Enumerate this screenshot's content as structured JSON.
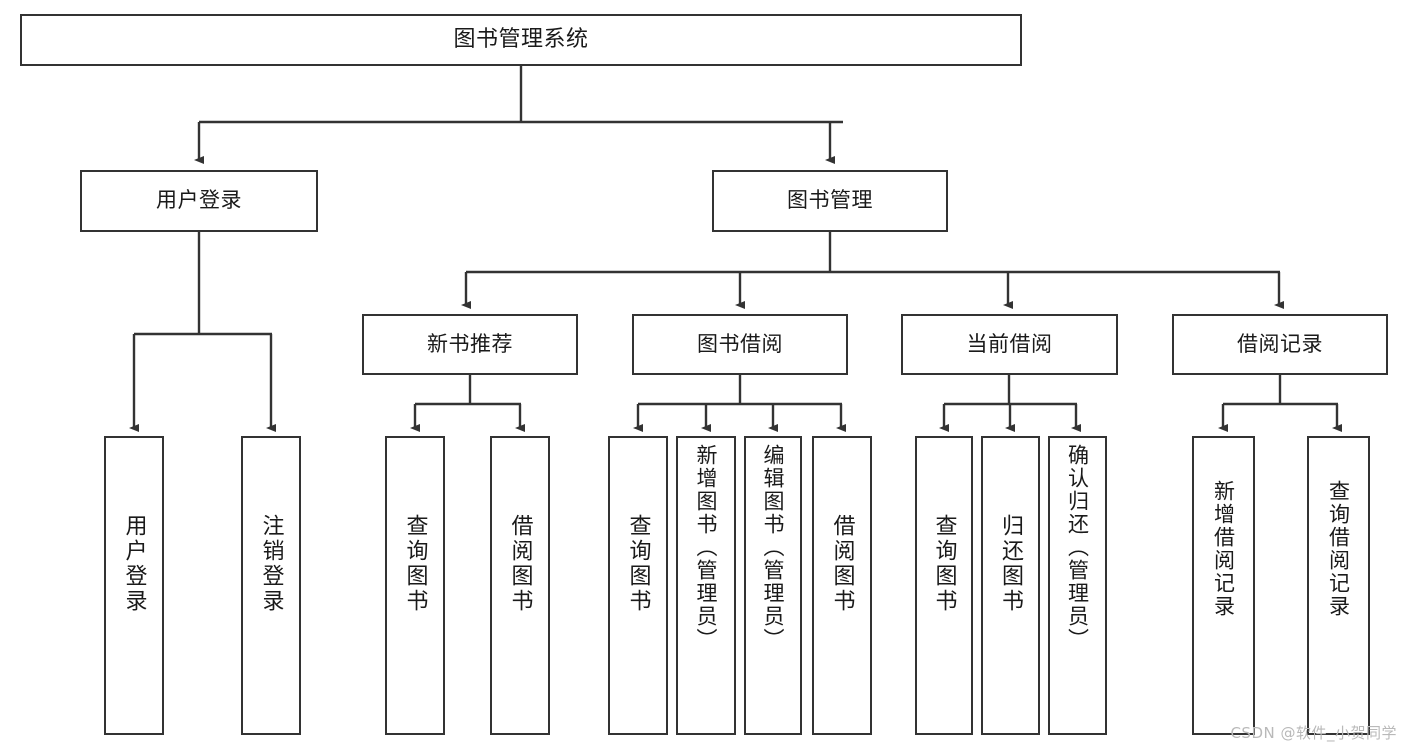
{
  "diagram": {
    "type": "tree-hierarchy",
    "title": "图书管理系统",
    "watermark": "CSDN @软件_小贺同学",
    "colors": {
      "stroke": "#333333",
      "fill": "#ffffff",
      "text": "#1a1a1a",
      "watermark": "#b9b9b9"
    },
    "nodes": {
      "root": {
        "label": "图书管理系统"
      },
      "level2": [
        {
          "id": "user-login",
          "label": "用户登录"
        },
        {
          "id": "book-manage",
          "label": "图书管理"
        }
      ],
      "level3": [
        {
          "id": "new-book-recommend",
          "label": "新书推荐"
        },
        {
          "id": "book-borrow",
          "label": "图书借阅"
        },
        {
          "id": "current-borrow",
          "label": "当前借阅"
        },
        {
          "id": "borrow-record",
          "label": "借阅记录"
        }
      ],
      "leaves": {
        "user_login": [
          {
            "id": "leaf-user-login",
            "label": "用户登录"
          },
          {
            "id": "leaf-user-logout",
            "label": "注销登录"
          }
        ],
        "new_book_recommend": [
          {
            "id": "leaf-query-book-1",
            "label": "查询图书"
          },
          {
            "id": "leaf-borrow-book-1",
            "label": "借阅图书"
          }
        ],
        "book_borrow": [
          {
            "id": "leaf-query-book-2",
            "label": "查询图书"
          },
          {
            "id": "leaf-add-book",
            "label": "新增图书（管理员）"
          },
          {
            "id": "leaf-edit-book",
            "label": "编辑图书（管理员）"
          },
          {
            "id": "leaf-borrow-book-2",
            "label": "借阅图书"
          }
        ],
        "current_borrow": [
          {
            "id": "leaf-query-book-3",
            "label": "查询图书"
          },
          {
            "id": "leaf-return-book",
            "label": "归还图书"
          },
          {
            "id": "leaf-confirm-return",
            "label": "确认归还（管理员）"
          }
        ],
        "borrow_record": [
          {
            "id": "leaf-add-record",
            "label": "新增借阅记录"
          },
          {
            "id": "leaf-query-record",
            "label": "查询借阅记录"
          }
        ]
      }
    }
  }
}
